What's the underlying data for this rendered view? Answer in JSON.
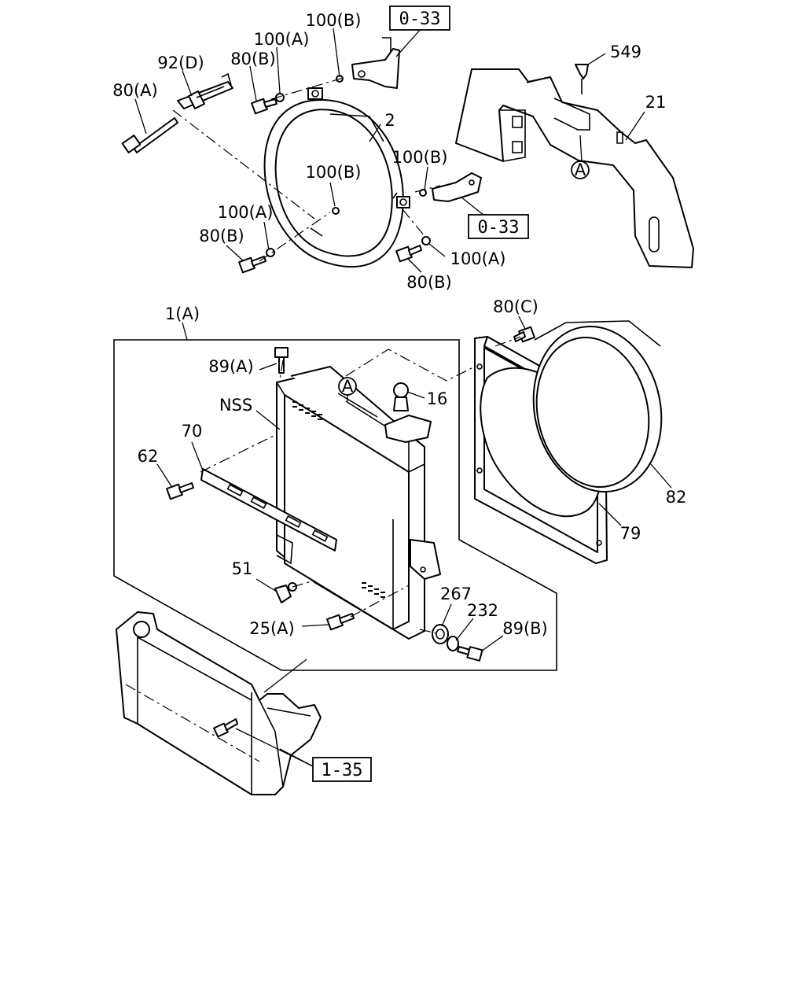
{
  "labels": {
    "l100b_top": "100(B)",
    "l100a_top": "100(A)",
    "l92d": "92(D)",
    "l80b_top": "80(B)",
    "l80a": "80(A)",
    "l549": "549",
    "l21": "21",
    "l2": "2",
    "l100b_mid": "100(B)",
    "l100b_right": "100(B)",
    "l100a_mid": "100(A)",
    "l80b_mid": "80(B)",
    "l100a_right": "100(A)",
    "l80b_bot": "80(B)",
    "l1a": "1(A)",
    "l80c": "80(C)",
    "l89a": "89(A)",
    "l16": "16",
    "lnss": "NSS",
    "l70": "70",
    "l62": "62",
    "l82": "82",
    "l79": "79",
    "l51": "51",
    "l267": "267",
    "l232": "232",
    "l25a": "25(A)",
    "l89b": "89(B)"
  },
  "refs": {
    "ref_033_top": "0-33",
    "ref_033_mid": "0-33",
    "ref_135": "1-35"
  },
  "markers": {
    "circle_a_shroud": "A",
    "circle_a_radiator": "A"
  }
}
